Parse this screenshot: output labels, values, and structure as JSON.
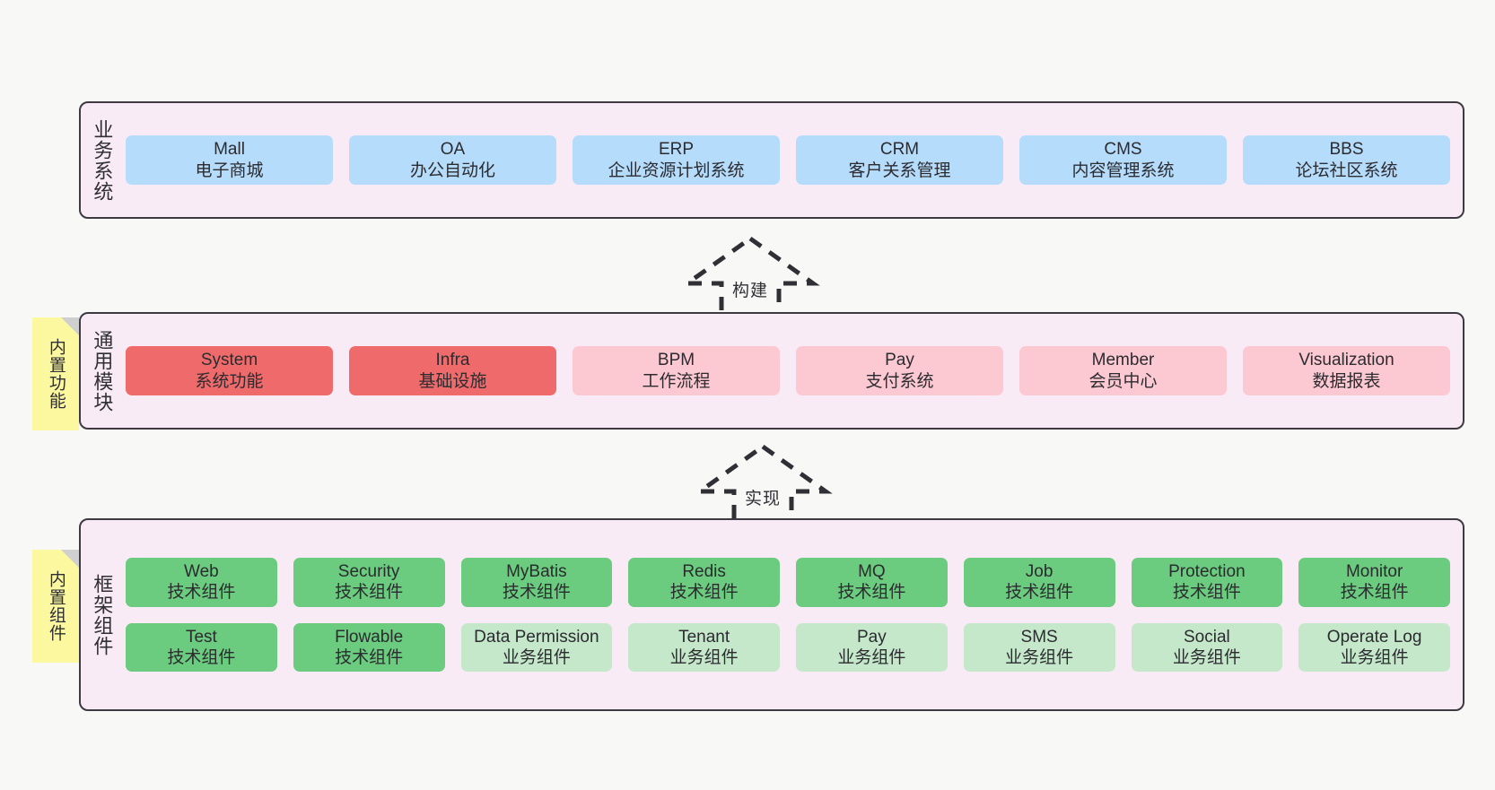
{
  "diagram": {
    "title": "System architecture layers",
    "colors": {
      "layer_bg": "#f9ebf5",
      "layer_border": "#3d3a42",
      "blue": "#b6dcfb",
      "red": "#ef6b6b",
      "pink": "#fcc9d2",
      "green": "#6bcb7e",
      "light_green": "#c5e8cb",
      "note_yellow": "#fbf8a0",
      "canvas": "#f8f8f7"
    }
  },
  "layers": [
    {
      "id": "business-systems",
      "label": "业务系统",
      "rows": [
        {
          "cards": [
            {
              "name": "mall",
              "title": "Mall",
              "subtitle": "电子商城",
              "color": "blue"
            },
            {
              "name": "oa",
              "title": "OA",
              "subtitle": "办公自动化",
              "color": "blue"
            },
            {
              "name": "erp",
              "title": "ERP",
              "subtitle": "企业资源计划系统",
              "color": "blue"
            },
            {
              "name": "crm",
              "title": "CRM",
              "subtitle": "客户关系管理",
              "color": "blue"
            },
            {
              "name": "cms",
              "title": "CMS",
              "subtitle": "内容管理系统",
              "color": "blue"
            },
            {
              "name": "bbs",
              "title": "BBS",
              "subtitle": "论坛社区系统",
              "color": "blue"
            }
          ]
        }
      ]
    },
    {
      "id": "common-modules",
      "label": "通用模块",
      "note": "内置功能",
      "rows": [
        {
          "cards": [
            {
              "name": "system",
              "title": "System",
              "subtitle": "系统功能",
              "color": "red"
            },
            {
              "name": "infra",
              "title": "Infra",
              "subtitle": "基础设施",
              "color": "red"
            },
            {
              "name": "bpm",
              "title": "BPM",
              "subtitle": "工作流程",
              "color": "pink"
            },
            {
              "name": "pay",
              "title": "Pay",
              "subtitle": "支付系统",
              "color": "pink"
            },
            {
              "name": "member",
              "title": "Member",
              "subtitle": "会员中心",
              "color": "pink"
            },
            {
              "name": "visualization",
              "title": "Visualization",
              "subtitle": "数据报表",
              "color": "pink"
            }
          ]
        }
      ]
    },
    {
      "id": "framework-components",
      "label": "框架组件",
      "note": "内置组件",
      "rows": [
        {
          "cards": [
            {
              "name": "web",
              "title": "Web",
              "subtitle": "技术组件",
              "color": "green"
            },
            {
              "name": "security",
              "title": "Security",
              "subtitle": "技术组件",
              "color": "green"
            },
            {
              "name": "mybatis",
              "title": "MyBatis",
              "subtitle": "技术组件",
              "color": "green"
            },
            {
              "name": "redis",
              "title": "Redis",
              "subtitle": "技术组件",
              "color": "green"
            },
            {
              "name": "mq",
              "title": "MQ",
              "subtitle": "技术组件",
              "color": "green"
            },
            {
              "name": "job",
              "title": "Job",
              "subtitle": "技术组件",
              "color": "green"
            },
            {
              "name": "protection",
              "title": "Protection",
              "subtitle": "技术组件",
              "color": "green"
            },
            {
              "name": "monitor",
              "title": "Monitor",
              "subtitle": "技术组件",
              "color": "green"
            }
          ]
        },
        {
          "cards": [
            {
              "name": "test",
              "title": "Test",
              "subtitle": "技术组件",
              "color": "green"
            },
            {
              "name": "flowable",
              "title": "Flowable",
              "subtitle": "技术组件",
              "color": "green"
            },
            {
              "name": "data-permission",
              "title": "Data Permission",
              "subtitle": "业务组件",
              "color": "lightgreen"
            },
            {
              "name": "tenant",
              "title": "Tenant",
              "subtitle": "业务组件",
              "color": "lightgreen"
            },
            {
              "name": "pay-biz",
              "title": "Pay",
              "subtitle": "业务组件",
              "color": "lightgreen"
            },
            {
              "name": "sms",
              "title": "SMS",
              "subtitle": "业务组件",
              "color": "lightgreen"
            },
            {
              "name": "social",
              "title": "Social",
              "subtitle": "业务组件",
              "color": "lightgreen"
            },
            {
              "name": "operate-log",
              "title": "Operate Log",
              "subtitle": "业务组件",
              "color": "lightgreen"
            }
          ]
        }
      ]
    }
  ],
  "arrows": [
    {
      "name": "arrow-build",
      "label": "构建",
      "direction": "up"
    },
    {
      "name": "arrow-implement",
      "label": "实现",
      "direction": "up"
    }
  ]
}
